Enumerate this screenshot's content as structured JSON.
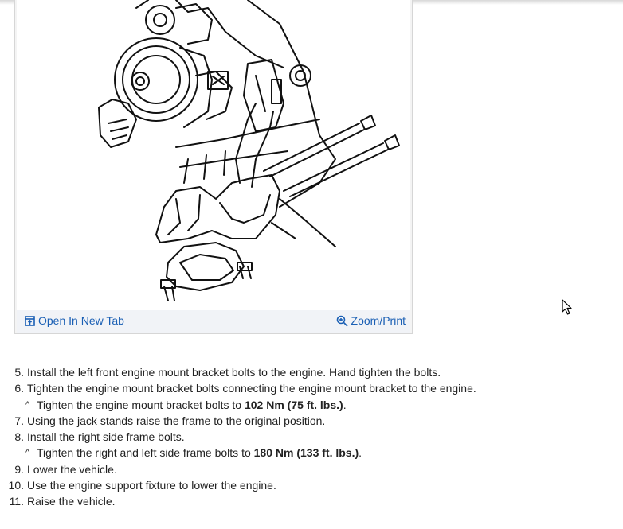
{
  "figure": {
    "open_tab_label": "Open In New Tab",
    "zoom_label": "Zoom/Print",
    "open_tab_icon": "open-in-new-tab-icon",
    "zoom_icon": "zoom-in-icon"
  },
  "steps": [
    {
      "num": "5.",
      "text": "Install the left front engine mount bracket bolts to the engine. Hand tighten the bolts."
    },
    {
      "num": "6.",
      "text": "Tighten the engine mount bracket bolts connecting the engine mount bracket to the engine."
    },
    {
      "sub": {
        "caret": "^",
        "prefix": "Tighten the engine mount bracket bolts to ",
        "spec": "102 Nm (75 ft. lbs.)",
        "suffix": "."
      }
    },
    {
      "num": "7.",
      "text": "Using the jack stands raise the frame to the original position."
    },
    {
      "num": "8.",
      "text": "Install the right side frame bolts."
    },
    {
      "sub": {
        "caret": "^",
        "prefix": "Tighten the right and left side frame bolts to ",
        "spec": "180 Nm (133 ft. lbs.)",
        "suffix": "."
      }
    },
    {
      "num": "9.",
      "text": "Lower the vehicle."
    },
    {
      "num": "10.",
      "text": "Use the engine support fixture to lower the engine."
    },
    {
      "num": "11.",
      "text": "Raise the vehicle."
    }
  ]
}
